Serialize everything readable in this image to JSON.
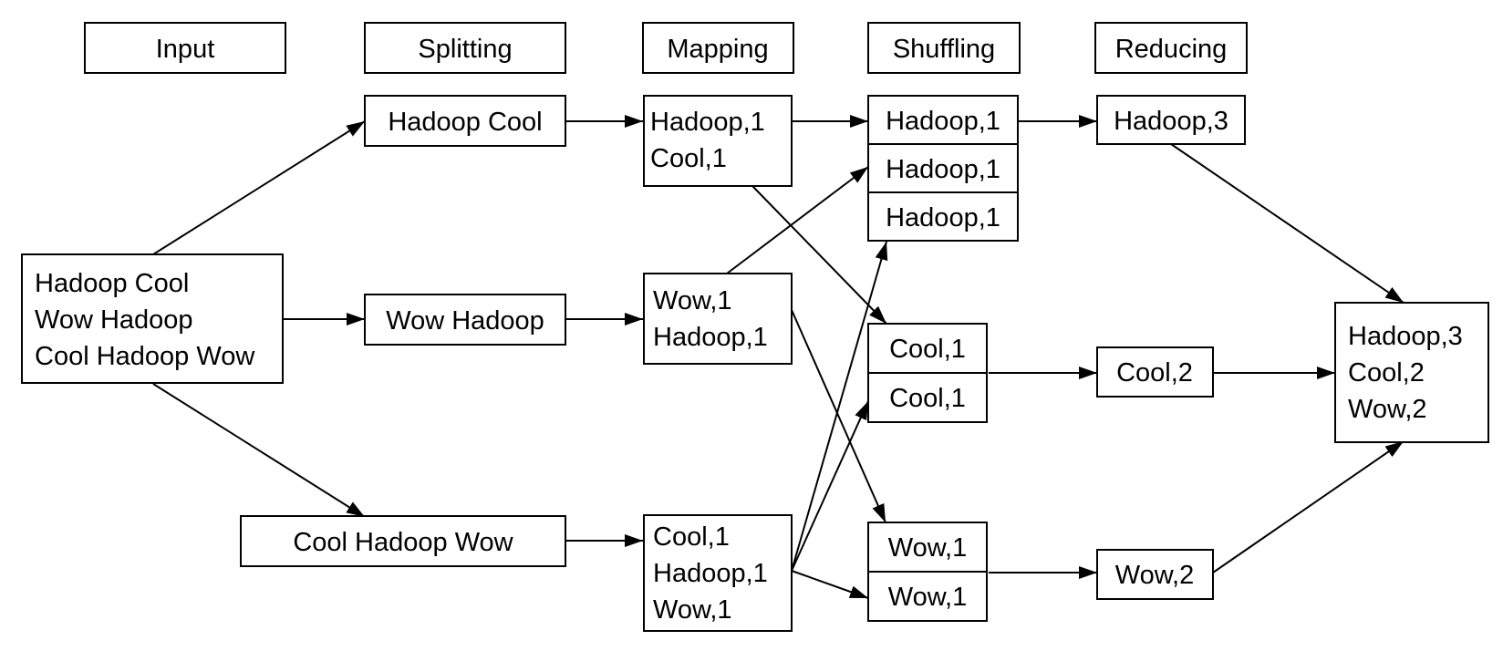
{
  "headers": {
    "input": "Input",
    "splitting": "Splitting",
    "mapping": "Mapping",
    "shuffling": "Shuffling",
    "reducing": "Reducing"
  },
  "input": [
    "Hadoop Cool",
    "Wow Hadoop",
    "Cool Hadoop Wow"
  ],
  "splitting": [
    "Hadoop Cool",
    "Wow Hadoop",
    "Cool Hadoop Wow"
  ],
  "mapping": [
    [
      "Hadoop,1",
      "Cool,1"
    ],
    [
      "Wow,1",
      "Hadoop,1"
    ],
    [
      "Cool,1",
      "Hadoop,1",
      "Wow,1"
    ]
  ],
  "shuffling": {
    "hadoop": [
      "Hadoop,1",
      "Hadoop,1",
      "Hadoop,1"
    ],
    "cool": [
      "Cool,1",
      "Cool,1"
    ],
    "wow": [
      "Wow,1",
      "Wow,1"
    ]
  },
  "reducing": [
    "Hadoop,3",
    "Cool,2",
    "Wow,2"
  ],
  "result": [
    "Hadoop,3",
    "Cool,2",
    "Wow,2"
  ]
}
